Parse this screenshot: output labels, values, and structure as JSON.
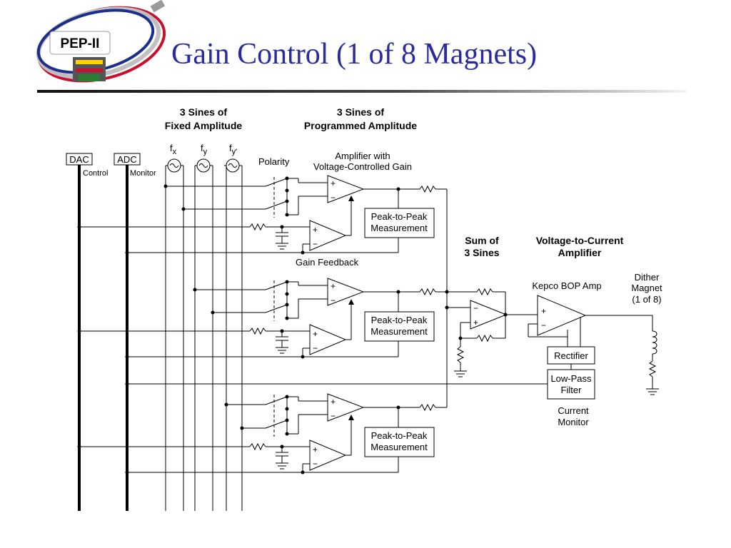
{
  "slide": {
    "title": "Gain Control (1 of 8 Magnets)",
    "logo_text": "PEP-II"
  },
  "diagram": {
    "headers": {
      "fixed_line1": "3 Sines of",
      "fixed_line2": "Fixed Amplitude",
      "prog_line1": "3 Sines of",
      "prog_line2": "Programmed Amplitude"
    },
    "dac": "DAC",
    "adc": "ADC",
    "control": "Control",
    "monitor": "Monitor",
    "fx": "f",
    "fx_sub": "x",
    "fy": "f",
    "fy_sub": "y",
    "fyp": "f",
    "fyp_sub": "y'",
    "polarity": "Polarity",
    "vca_line1": "Amplifier with",
    "vca_line2": "Voltage-Controlled Gain",
    "p2p_line1": "Peak-to-Peak",
    "p2p_line2": "Measurement",
    "gain_feedback": "Gain Feedback",
    "sum_line1": "Sum of",
    "sum_line2": "3 Sines",
    "vtoc_line1": "Voltage-to-Current",
    "vtoc_line2": "Amplifier",
    "kepco": "Kepco BOP Amp",
    "dither_line1": "Dither",
    "dither_line2": "Magnet",
    "dither_line3": "(1 of 8)",
    "rectifier": "Rectifier",
    "lpf_line1": "Low-Pass",
    "lpf_line2": "Filter",
    "cm_line1": "Current",
    "cm_line2": "Monitor",
    "plus": "+",
    "minus": "−"
  }
}
